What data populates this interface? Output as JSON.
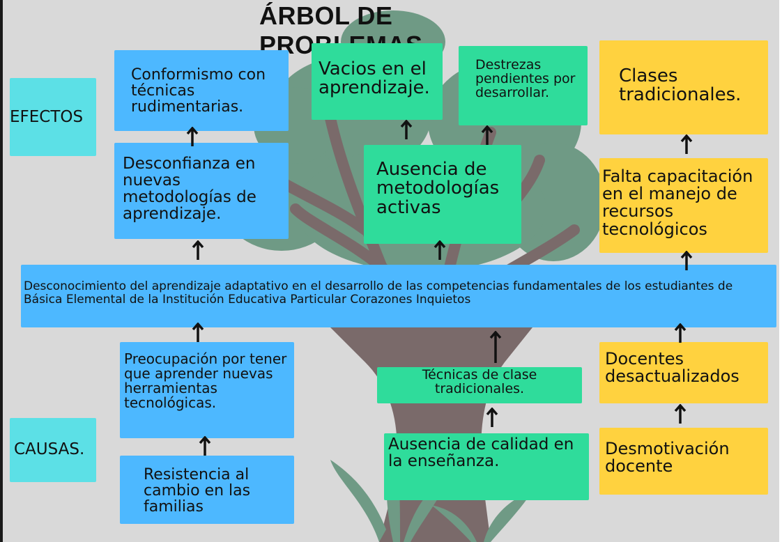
{
  "title": "ÁRBOL DE PROBLEMAS",
  "side_labels": {
    "efectos": "EFECTOS",
    "causas": "CAUSAS."
  },
  "effects": {
    "conformismo": "Conformismo con técnicas rudimentarias.",
    "desconfianza": "Desconfianza en nuevas metodologías de aprendizaje.",
    "vacios": "Vacios en el aprendizaje.",
    "destrezas": "Destrezas pendientes por desarrollar.",
    "ausencia_metodologias": "Ausencia de metodologías activas",
    "clases_tradicionales": "Clases tradicionales.",
    "falta_capacitacion": "Falta capacitación en el manejo de recursos tecnológicos"
  },
  "central_problem": "Desconocimiento del aprendizaje adaptativo en el desarrollo de las competencias fundamentales de los estudiantes de Básica Elemental de la Institución Educativa Particular Corazones Inquietos",
  "causes": {
    "preocupacion": "Preocupación por tener que aprender nuevas herramientas tecnológicas.",
    "resistencia": "Resistencia al cambio en las familias",
    "tecnicas_clase": "Técnicas de clase tradicionales.",
    "ausencia_calidad": "Ausencia de calidad en la enseñanza.",
    "docentes_desactualizados": "Docentes desactualizados",
    "desmotivacion": "Desmotivación docente"
  },
  "colors": {
    "background": "#d9d9d9",
    "blue": "#4db8ff",
    "green": "#2fdc9b",
    "yellow": "#ffd23f",
    "cyan": "#5ce0e6",
    "tree_trunk": "#7a6a6a",
    "tree_foliage": "#6f9a85",
    "arrow": "#111111"
  }
}
